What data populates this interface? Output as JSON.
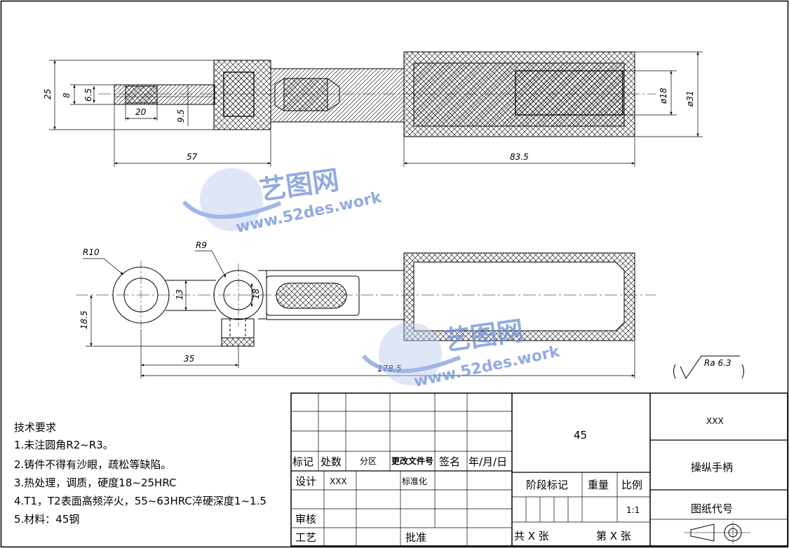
{
  "dimensions": {
    "d25": "25",
    "d8": "8",
    "d65": "6.5",
    "d20": "20",
    "d95": "9.5",
    "d57": "57",
    "d835": "83.5",
    "dphi18": "ø18",
    "dphi31": "ø31",
    "r10": "R10",
    "r9": "R9",
    "d13": "13",
    "d18b": "18",
    "d185": "18.5",
    "d35": "35",
    "d1785": "178.5"
  },
  "roughness": {
    "value": "Ra 6.3"
  },
  "watermark": {
    "text_cn": "艺图网",
    "url": "www.52des.work"
  },
  "requirements": {
    "title": "技术要求",
    "items": [
      "1.未注圆角R2~R3。",
      "2.铸件不得有沙眼，疏松等缺陷。",
      "3.热处理，调质，硬度18~25HRC",
      "4.T1，T2表面高频淬火，55~63HRC淬硬深度1~1.5",
      "5.材料：45钢"
    ]
  },
  "title_block": {
    "h_mark": "标记",
    "h_count": "处数",
    "h_zone": "分区",
    "h_docno": "更改文件号",
    "h_sign": "签名",
    "h_date": "年/月/日",
    "design": "设计",
    "designer": "XXX",
    "standard": "标准化",
    "review": "审核",
    "process": "工艺",
    "approve": "批准",
    "material": "45",
    "stage": "阶段标记",
    "weight": "重量",
    "scale_label": "比例",
    "scale": "1:1",
    "sheets_total": "共 X 张",
    "sheet_no": "第 X 张",
    "company": "XXX",
    "part_name": "操纵手柄",
    "drawing_no": "图纸代号"
  }
}
